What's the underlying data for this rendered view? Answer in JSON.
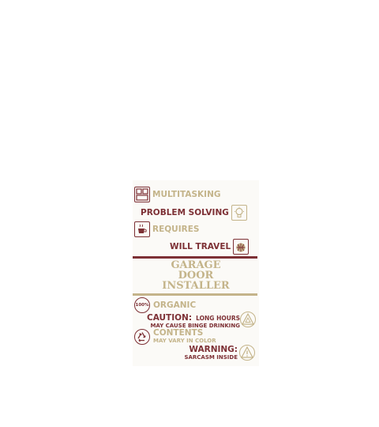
{
  "lines": {
    "multitasking": "MULTITASKING",
    "problem_solving": "PROBLEM SOLVING",
    "requires": "REQUIRES",
    "will_travel": "WILL TRAVEL",
    "title_1": "GARAGE",
    "title_2": "DOOR",
    "title_3": "INSTALLER",
    "organic_badge": "100%",
    "organic": "ORGANIC",
    "caution": "CAUTION:",
    "long_hours": "LONG HOURS",
    "binge": "MAY CAUSE BINGE DRINKING",
    "contents": "CONTENTS",
    "vary": "MAY VARY IN COLOR",
    "warning": "WARNING:",
    "sarcasm": "SARCASM INSIDE"
  },
  "colors": {
    "maroon": "#7d3035",
    "gold": "#c4b48a",
    "background": "#fbfaf7"
  },
  "icons": [
    "windows-grid-icon",
    "lightbulb-icon",
    "coffee-cup-icon",
    "basketball-icon",
    "percent-badge-icon",
    "caution-triangle-icon",
    "recycle-icon",
    "warning-triangle-icon"
  ]
}
